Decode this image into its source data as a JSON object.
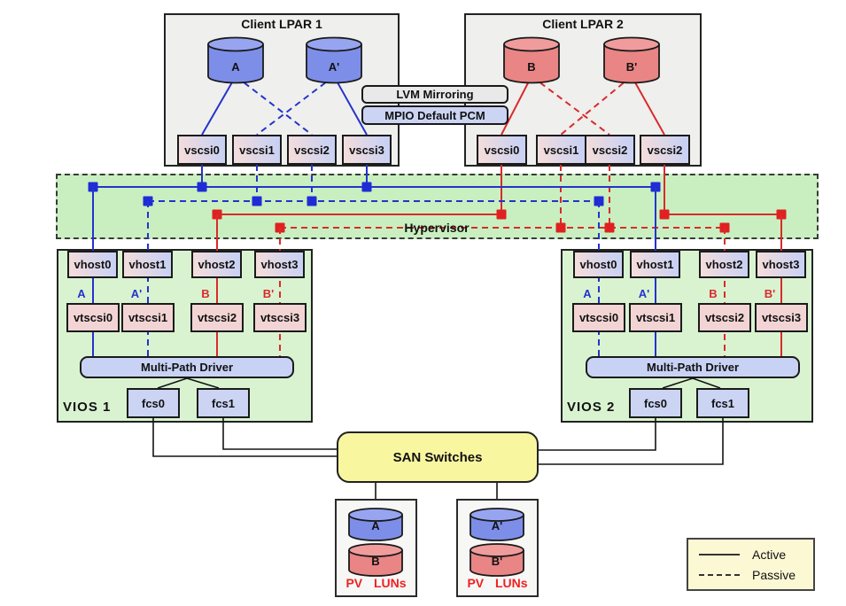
{
  "client_lpar1": {
    "title": "Client LPAR 1",
    "disks": [
      "A",
      "A'"
    ],
    "adapters": [
      "vscsi0",
      "vscsi1",
      "vscsi2",
      "vscsi3"
    ]
  },
  "client_lpar2": {
    "title": "Client LPAR 2",
    "disks": [
      "B",
      "B'"
    ],
    "adapters": [
      "vscsi0",
      "vscsi1",
      "vscsi2",
      "vscsi2"
    ]
  },
  "overlays": {
    "lvm": "LVM Mirroring",
    "mpio": "MPIO Default PCM"
  },
  "hypervisor": {
    "label": "Hypervisor"
  },
  "vios1": {
    "label": "VIOS 1",
    "vhosts": [
      "vhost0",
      "vhost1",
      "vhost2",
      "vhost3"
    ],
    "paths": [
      "A",
      "A'",
      "B",
      "B'"
    ],
    "vtscsi": [
      "vtscsi0",
      "vtscsi1",
      "vtscsi2",
      "vtscsi3"
    ],
    "mpd": "Multi-Path Driver",
    "fcs": [
      "fcs0",
      "fcs1"
    ]
  },
  "vios2": {
    "label": "VIOS 2",
    "vhosts": [
      "vhost0",
      "vhost1",
      "vhost2",
      "vhost3"
    ],
    "paths": [
      "A",
      "A'",
      "B",
      "B'"
    ],
    "vtscsi": [
      "vtscsi0",
      "vtscsi1",
      "vtscsi2",
      "vtscsi3"
    ],
    "mpd": "Multi-Path Driver",
    "fcs": [
      "fcs0",
      "fcs1"
    ]
  },
  "san": {
    "label": "SAN Switches"
  },
  "pv_luns": [
    {
      "disks": [
        "A",
        "B"
      ],
      "label": "PV LUNs"
    },
    {
      "disks": [
        "A'",
        "B'"
      ],
      "label": "PV LUNs"
    }
  ],
  "legend": {
    "active": "Active",
    "passive": "Passive"
  },
  "colors": {
    "active_path_blue": "#2433cc",
    "active_path_red": "#d92b2b",
    "hypervisor_fill": "#c9efc0",
    "vios_fill": "#d9f3d1",
    "lpar_fill": "#efefed",
    "san_fill": "#f8f7a0",
    "legend_fill": "#fcf8d4",
    "disk_blue": "#7d8ee9",
    "disk_red": "#e98585",
    "pv_lun_label_red": "#ee2222"
  }
}
